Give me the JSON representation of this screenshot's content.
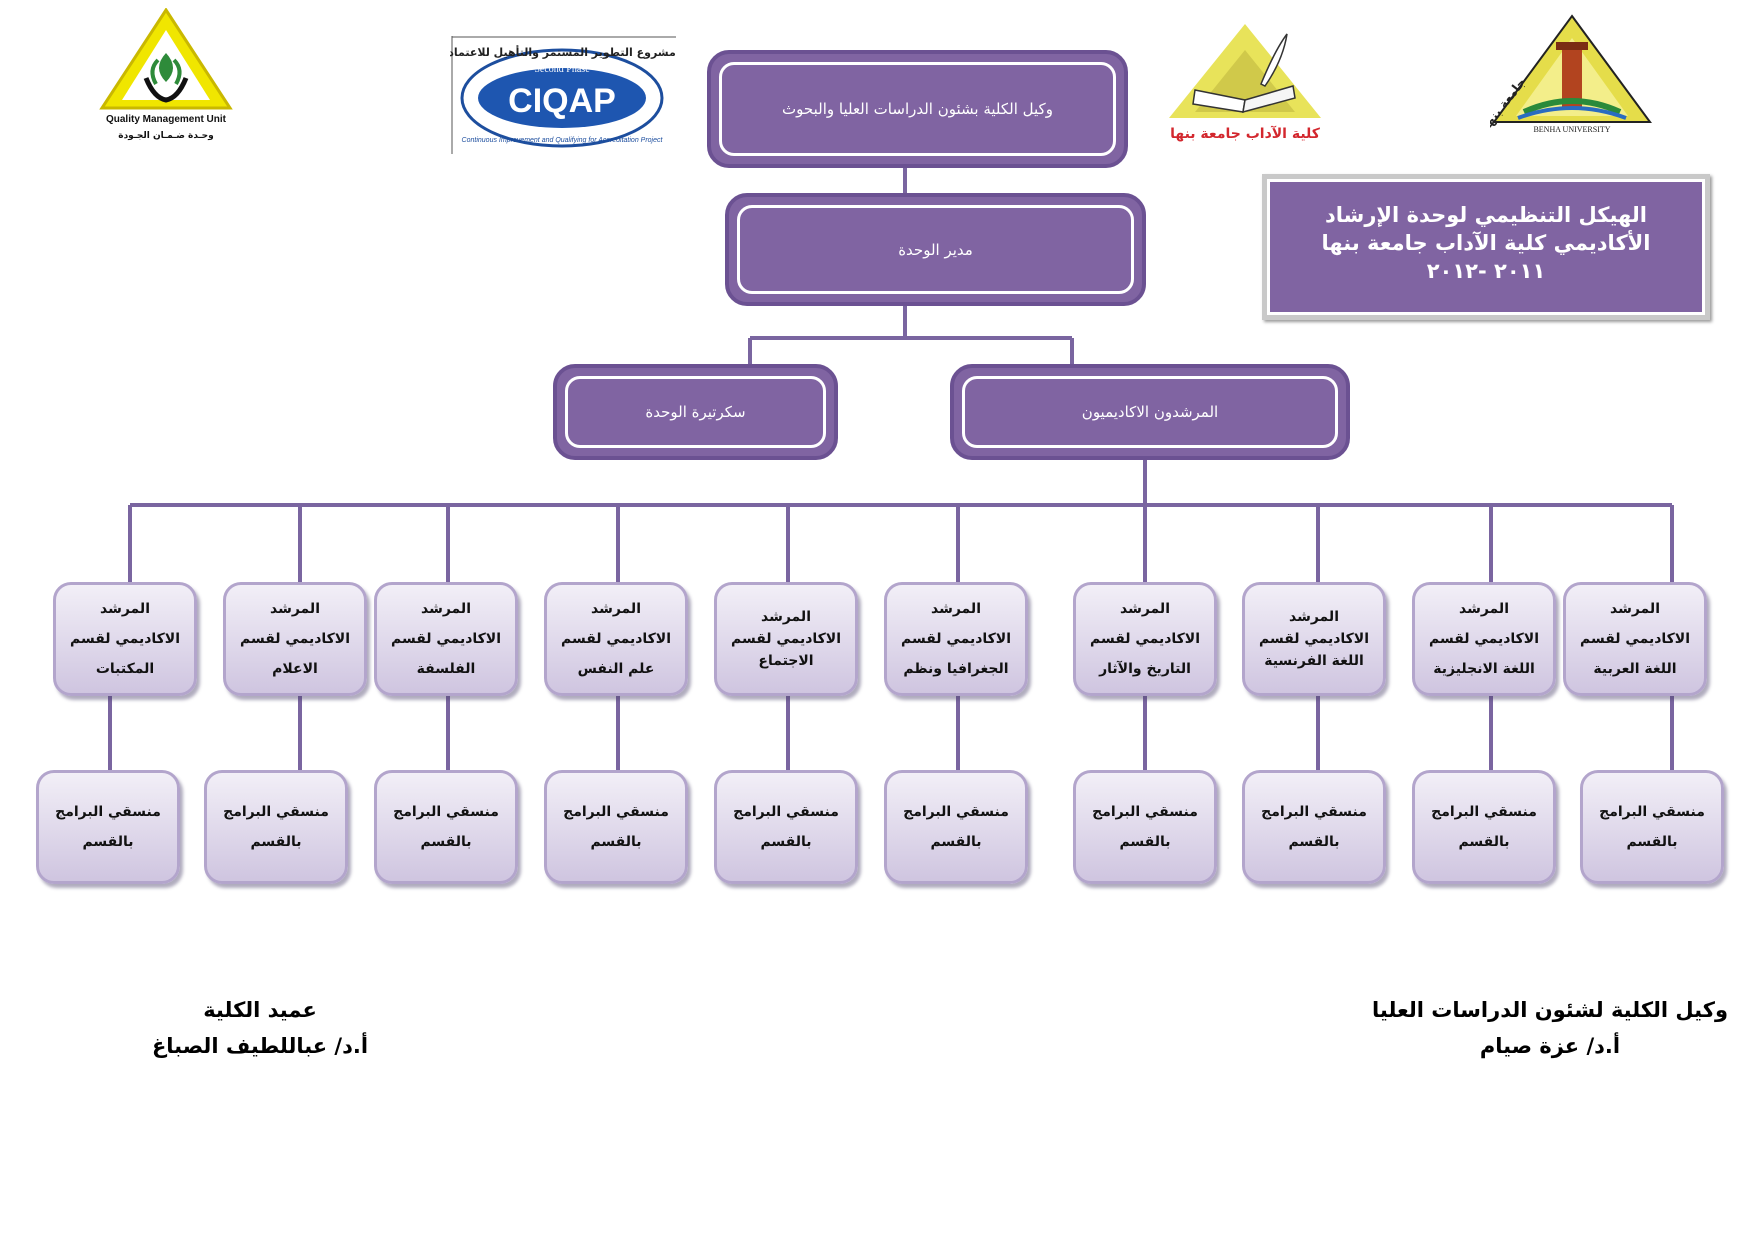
{
  "logos": {
    "qmu_en": "Quality Management Unit",
    "qmu_ar": "وحـدة ضـمـان الجـودة",
    "ciqap_arc": "مشروع التطوير المستمر والتأهيل للاعتماد",
    "ciqap_phase": "Second Phase",
    "ciqap_name": "CIQAP",
    "ciqap_sub": "Continuous Improvement and Qualifying for Accreditation Project",
    "arts_ar": "كلية الآداب جامعة بنها",
    "benha_en": "BENHA UNIVERSITY",
    "benha_ar": "جامعة بنها"
  },
  "title_panel": {
    "line1": "الهيكل التنظيمي لوحدة الإرشاد",
    "line2": "الأكاديمي كلية الآداب   جامعة بنها",
    "line3": "٢٠١١ -٢٠١٢"
  },
  "org": {
    "vice_dean": "وكيل الكلية  بشئون الدراسات العليا والبحوث",
    "director": "مدير الوحدة",
    "advisors": "المرشدون الاكاديميون",
    "secretary": "سكرتيرة الوحدة",
    "departments": [
      {
        "l1": "المرشد",
        "l2": "الاكاديمي لقسم",
        "l3": "اللغة العربية"
      },
      {
        "l1": "المرشد",
        "l2": "الاكاديمي لقسم",
        "l3": "اللغة الانجليزية"
      },
      {
        "l1": "المرشد",
        "l2": "الاكاديمي لقسم",
        "l3": "اللغة الفرنسية"
      },
      {
        "l1": "المرشد",
        "l2": "الاكاديمي لقسم",
        "l3": "التاريخ والآثار"
      },
      {
        "l1": "المرشد",
        "l2": "الاكاديمي لقسم",
        "l3": "الجغرافيا ونظم"
      },
      {
        "l1": "المرشد",
        "l2": "الاكاديمي لقسم",
        "l3": "الاجتماع"
      },
      {
        "l1": "المرشد",
        "l2": "الاكاديمي لقسم",
        "l3": "علم النفس"
      },
      {
        "l1": "المرشد",
        "l2": "الاكاديمي لقسم",
        "l3": "الفلسفة"
      },
      {
        "l1": "المرشد",
        "l2": "الاكاديمي لقسم",
        "l3": "الاعلام"
      },
      {
        "l1": "المرشد",
        "l2": "الاكاديمي لقسم",
        "l3": "المكتبات"
      }
    ],
    "coordinator_l1": "منسقي البرامج",
    "coordinator_l2": "بالقسم"
  },
  "signatures": {
    "right_title": "وكيل الكلية لشئون الدراسات العليا",
    "right_name": "أ.د/ عزة صيام",
    "left_title": "عميد الكلية",
    "left_name": "أ.د/ عباللطيف الصباغ"
  },
  "colors": {
    "primary": "#8064a2",
    "line": "#7a65a0",
    "light_box": "#e4deee"
  }
}
